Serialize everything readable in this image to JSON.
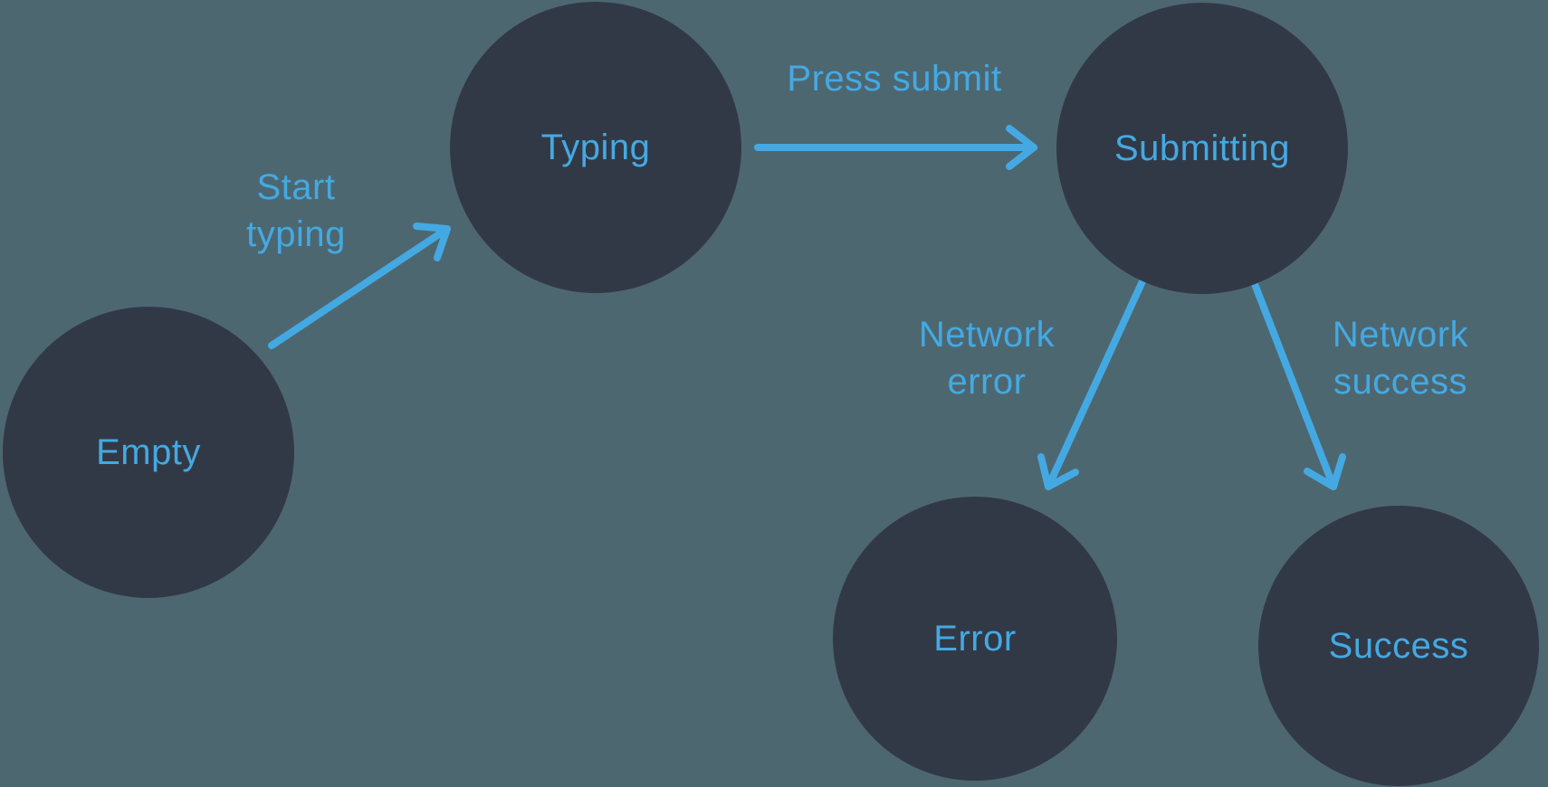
{
  "diagram": {
    "colors": {
      "background": "#4D6771",
      "node_fill": "#323946",
      "accent": "#44A9E2"
    },
    "nodes": [
      {
        "id": "empty",
        "label": "Empty"
      },
      {
        "id": "typing",
        "label": "Typing"
      },
      {
        "id": "submitting",
        "label": "Submitting"
      },
      {
        "id": "error",
        "label": "Error"
      },
      {
        "id": "success",
        "label": "Success"
      }
    ],
    "edges": [
      {
        "id": "start-typing",
        "from": "empty",
        "to": "typing",
        "label_lines": [
          "Start",
          "typing"
        ]
      },
      {
        "id": "press-submit",
        "from": "typing",
        "to": "submitting",
        "label_lines": [
          "Press submit"
        ]
      },
      {
        "id": "network-error",
        "from": "submitting",
        "to": "error",
        "label_lines": [
          "Network",
          "error"
        ]
      },
      {
        "id": "network-success",
        "from": "submitting",
        "to": "success",
        "label_lines": [
          "Network",
          "success"
        ]
      }
    ]
  }
}
